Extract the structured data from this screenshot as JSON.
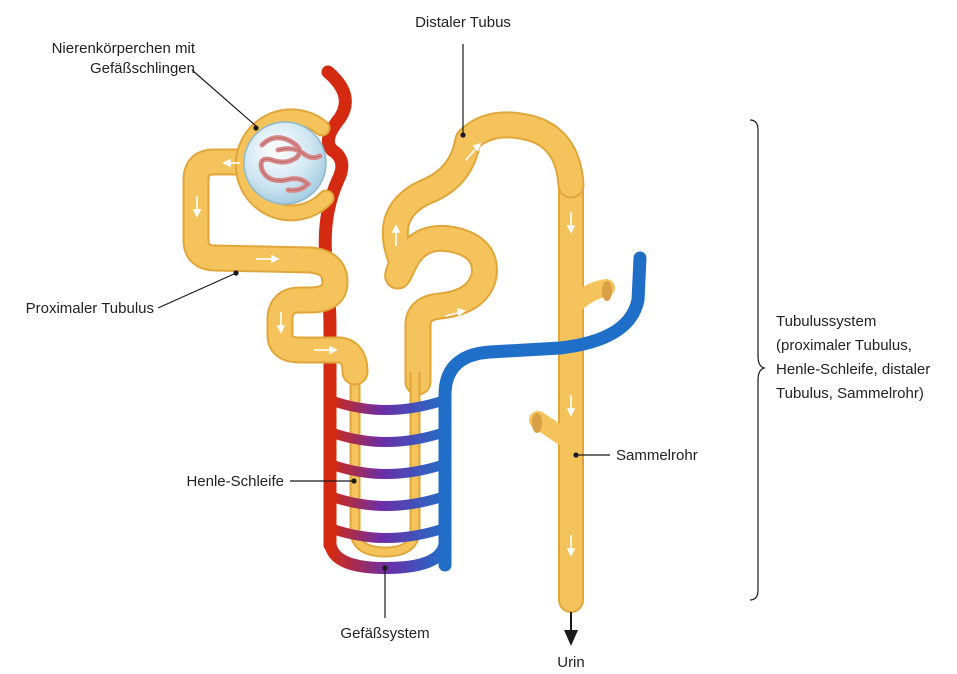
{
  "labels": {
    "nierenkoerperchen_line1": "Nierenkörperchen mit",
    "nierenkoerperchen_line2": "Gefäßschlingen",
    "distaler_tubus": "Distaler Tubus",
    "proximaler_tubulus": "Proximaler Tubulus",
    "henle_schleife": "Henle-Schleife",
    "gefaesssystem": "Gefäßsystem",
    "sammelrohr": "Sammelrohr",
    "urin": "Urin",
    "tubulussystem_line1": "Tubulussystem",
    "tubulussystem_line2": "(proximaler Tubulus,",
    "tubulussystem_line3": "Henle-Schleife, distaler",
    "tubulussystem_line4": "Tubulus, Sammelrohr)"
  },
  "colors": {
    "tubule": "#f5c35c",
    "tubule_edge": "#e0a63a",
    "artery": "#d42a12",
    "vein": "#1f6fc8",
    "mixed": "#6b2ea8",
    "glomerulus": "#cfe6f2",
    "capillary": "#d88a8a",
    "flow_arrow": "#ffffff"
  }
}
